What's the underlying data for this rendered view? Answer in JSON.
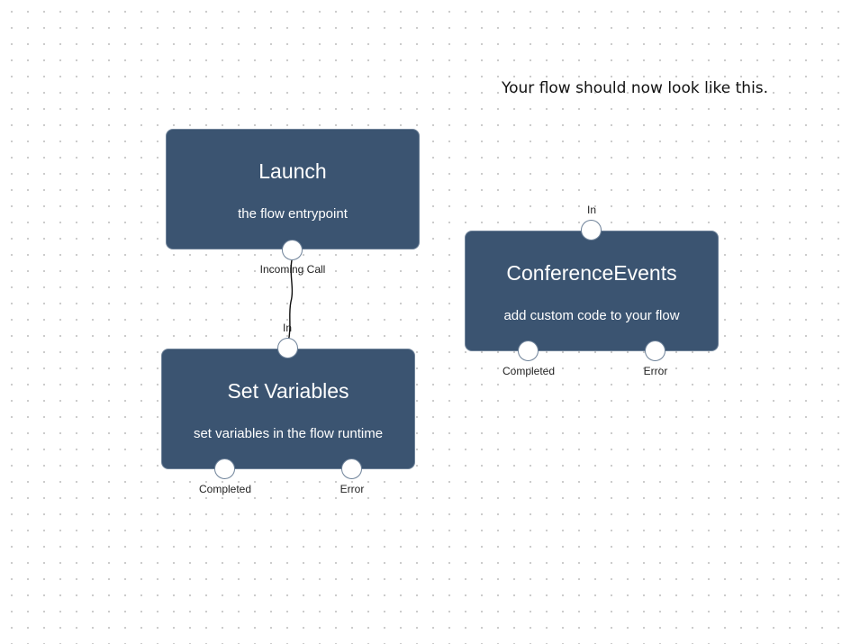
{
  "caption": "Your flow should now look like this.",
  "nodes": {
    "launch": {
      "title": "Launch",
      "description": "the flow entrypoint",
      "outputs": [
        "Incoming Call"
      ]
    },
    "set_variables": {
      "title": "Set Variables",
      "description": "set variables in the flow runtime",
      "input": "In",
      "outputs": [
        "Completed",
        "Error"
      ]
    },
    "conference_events": {
      "title": "ConferenceEvents",
      "description": "add custom code to your flow",
      "input": "In",
      "outputs": [
        "Completed",
        "Error"
      ]
    }
  },
  "colors": {
    "node_fill": "#3b5471",
    "node_border": "#6e8299",
    "port_fill": "#ffffff",
    "connector": "#111111"
  }
}
